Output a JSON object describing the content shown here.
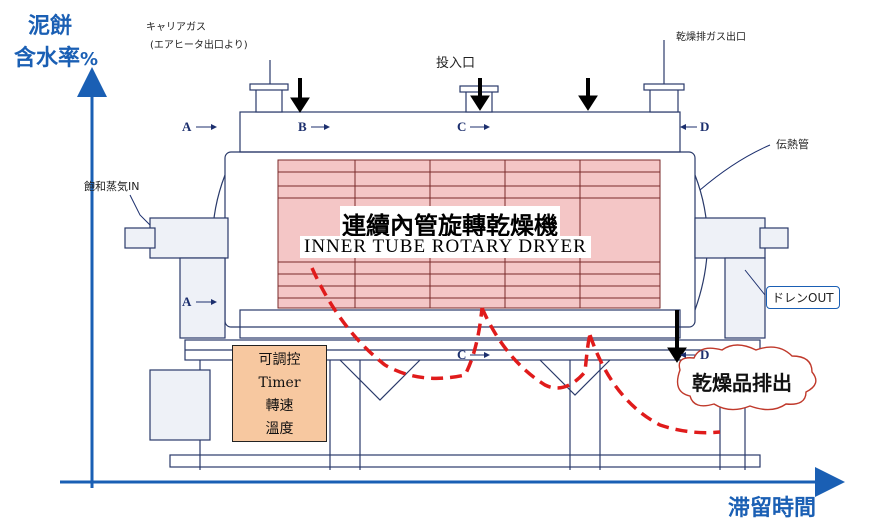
{
  "axes": {
    "y_label_line1": "泥餅",
    "y_label_line2": "含水率",
    "y_label_unit": "%",
    "x_label": "滞留時間"
  },
  "annotations": {
    "carrier_gas_line1": "キャリアガス",
    "carrier_gas_line2": "(エアヒータ出口より)",
    "inlet": "投入口",
    "exhaust": "乾燥排ガス出口",
    "heat_tube": "伝熱管",
    "steam_in": "飽和蒸気IN",
    "drain_out": "ドレンOUT",
    "output": "乾燥品排出"
  },
  "section_markers": [
    "A",
    "B",
    "C",
    "D"
  ],
  "title": {
    "japanese": "連續內管旋轉乾燥機",
    "english": "INNER TUBE ROTARY DRYER"
  },
  "control_box": {
    "lines": [
      "可調控",
      "Timer",
      "轉速",
      "溫度"
    ]
  },
  "colors": {
    "axis": "#1a5fb4",
    "curve": "#e01b1b",
    "tube_fill": "#f4c6c6",
    "control_fill": "#f7c8a0"
  }
}
